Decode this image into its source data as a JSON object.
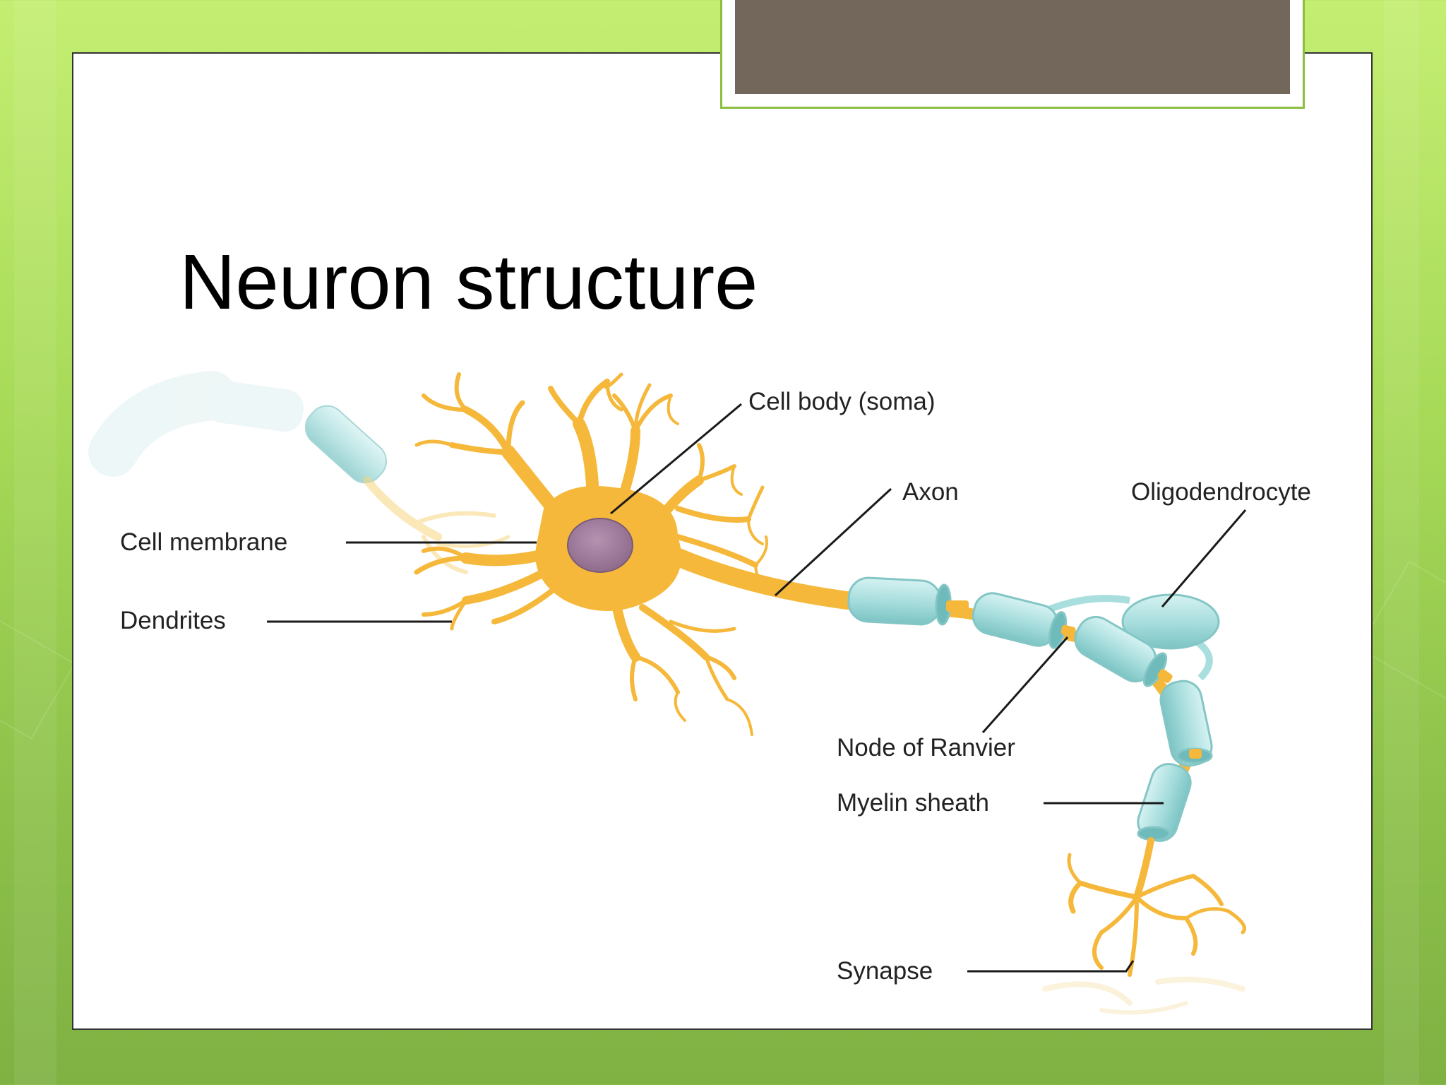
{
  "slide": {
    "title": "Neuron structure"
  },
  "diagram": {
    "labels": {
      "cell_body": "Cell body (soma)",
      "axon": "Axon",
      "oligodendrocyte": "Oligodendrocyte",
      "cell_membrane": "Cell membrane",
      "dendrites": "Dendrites",
      "node_of_ranvier": "Node of Ranvier",
      "myelin_sheath": "Myelin sheath",
      "synapse": "Synapse"
    },
    "colors": {
      "neuron": "#f5b83a",
      "nucleus": "#a2809e",
      "myelin": "#a9dede",
      "title_bar": "#73675b",
      "accent_green": "#8cbf3e"
    }
  }
}
